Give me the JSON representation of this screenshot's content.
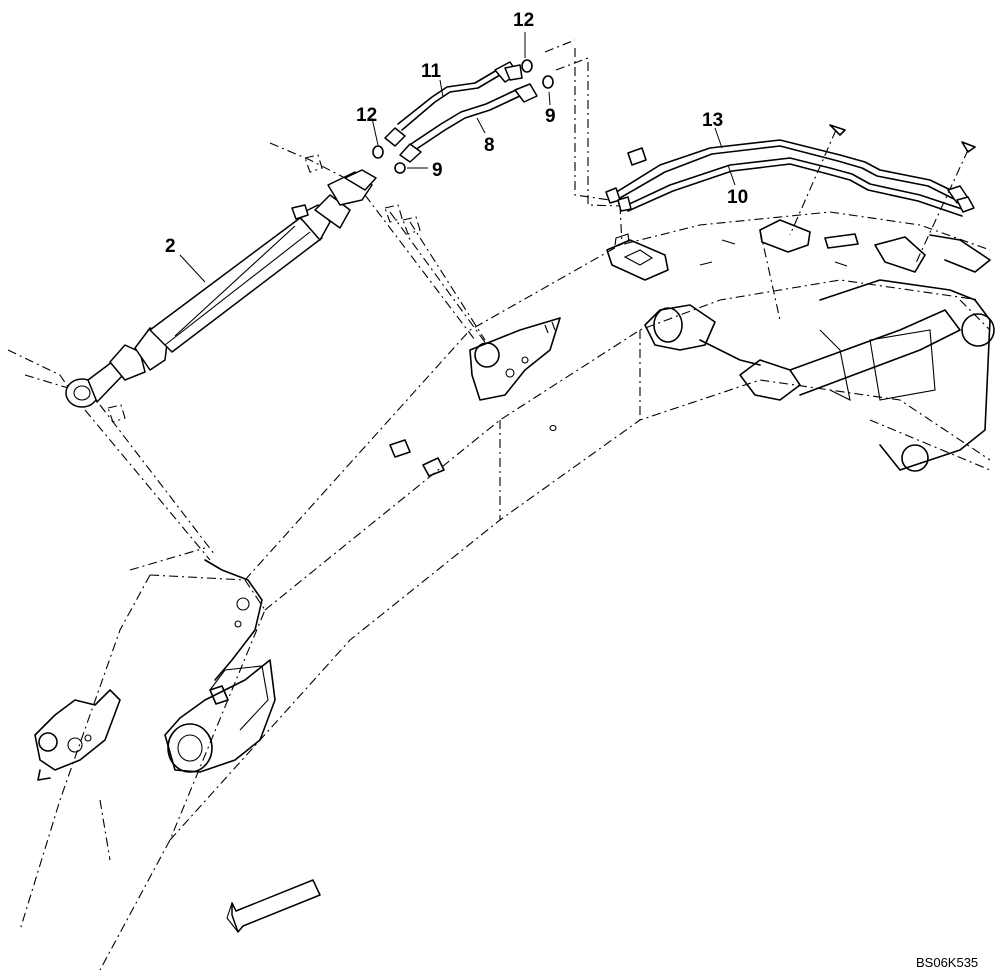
{
  "diagram": {
    "callouts": {
      "c2": "2",
      "c8": "8",
      "c9a": "9",
      "c9b": "9",
      "c10": "10",
      "c11": "11",
      "c12a": "12",
      "c12b": "12",
      "c13": "13"
    },
    "drawing_code": "BS06K535",
    "icons": {
      "direction_arrow": "front-direction-arrow-icon"
    }
  }
}
